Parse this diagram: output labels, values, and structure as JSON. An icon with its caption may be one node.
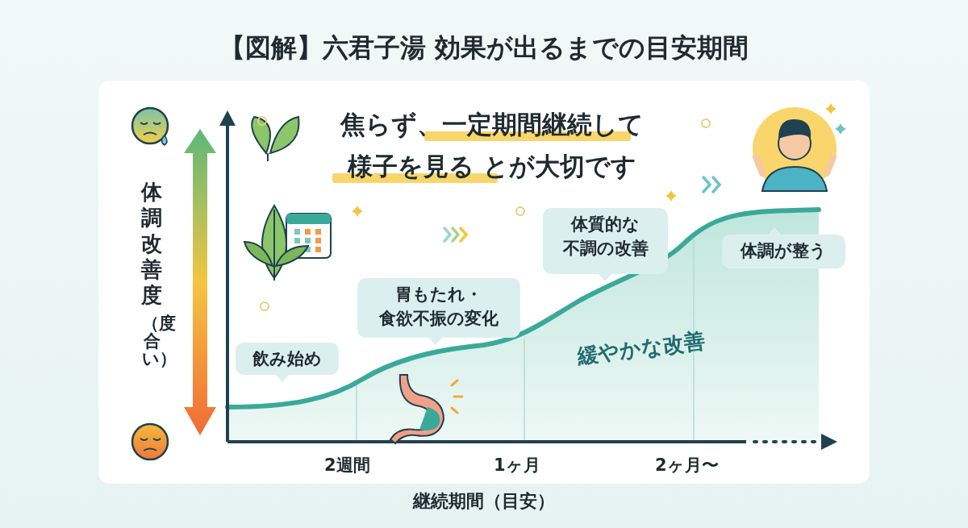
{
  "diagram": {
    "title": "【図解】六君子湯 効果が出るまでの目安期間",
    "nodes": [
      {
        "text": [
          "飲み始め"
        ]
      },
      {
        "text": [
          "胃もたれ・食欲不振の変化"
        ]
      },
      {
        "text": [
          "体質的な不調の改善"
        ]
      },
      {
        "text": [
          "体調が整う"
        ]
      }
    ],
    "labels": [
      "焦らず、一定期間継続して様子を見る とが大切です",
      "体調改善度",
      "（度合い）",
      "緩やかな改善",
      "2週間",
      "1ヶ月",
      "2ヶ月〜",
      "継続期間（目安）"
    ]
  }
}
